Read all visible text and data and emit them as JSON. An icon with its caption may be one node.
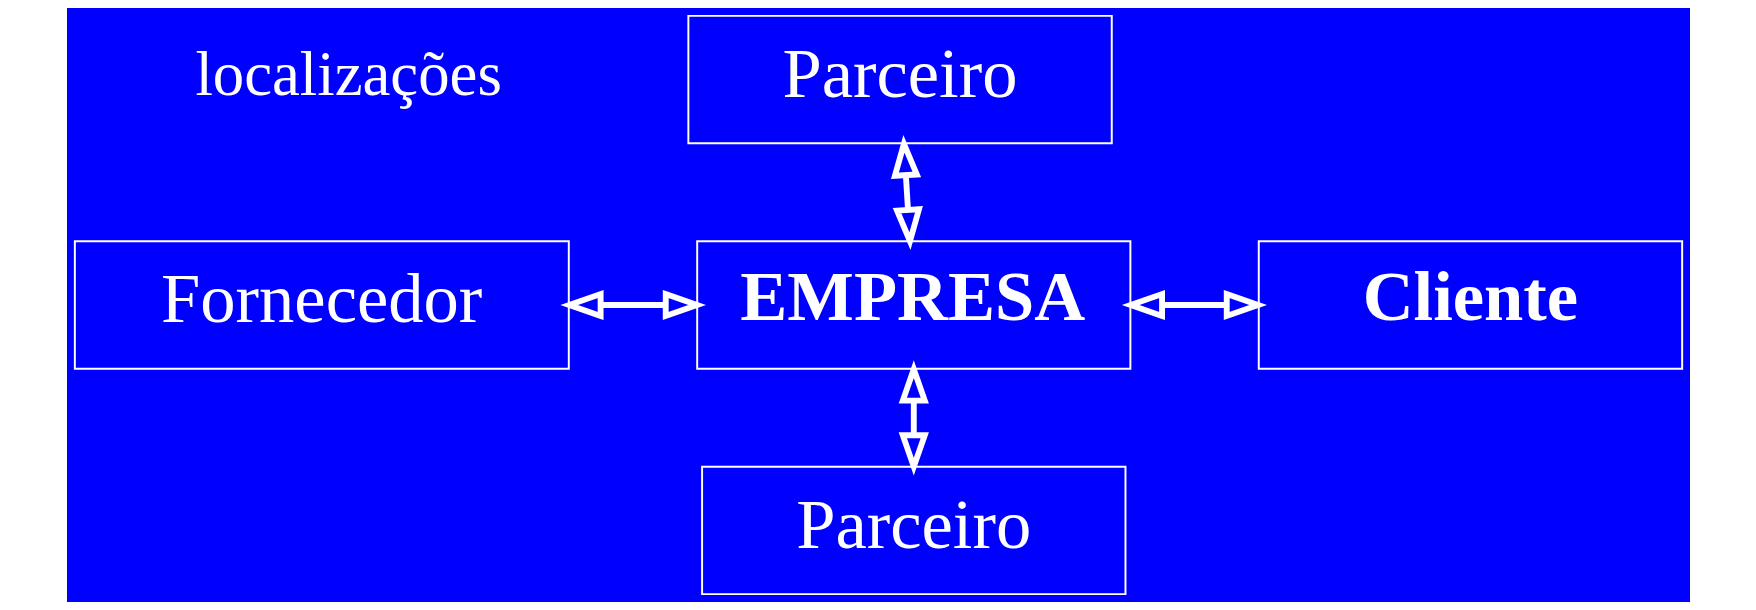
{
  "diagram": {
    "nodes": [
      {
        "text": [
          "Parceiro"
        ]
      },
      {
        "text": [
          "Fornecedor"
        ]
      },
      {
        "text": [
          "EMPRESA"
        ]
      },
      {
        "text": [
          "Cliente"
        ]
      },
      {
        "text": [
          "Parceiro"
        ]
      }
    ],
    "edges": [
      {
        "from": 0,
        "to": 2,
        "arrow": "both"
      },
      {
        "from": 1,
        "to": 2,
        "arrow": "both"
      },
      {
        "from": 2,
        "to": 3,
        "arrow": "both"
      },
      {
        "from": 2,
        "to": 4,
        "arrow": "both"
      }
    ],
    "labels": [
      "localizações"
    ]
  }
}
